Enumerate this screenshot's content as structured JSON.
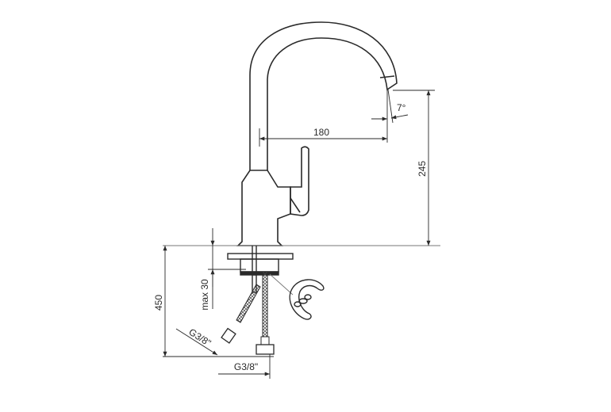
{
  "drawing": {
    "subject": "Single-lever kitchen faucet with swivel spout, technical dimension drawing",
    "dimensions": {
      "spout_reach": "180",
      "spout_height": "245",
      "spout_tilt_angle": "7°",
      "max_countertop_thickness": "max 30",
      "hose_length": "450",
      "hose_connection_left": "G3/8\"",
      "hose_connection_bottom": "G3/8\""
    },
    "colors": {
      "line": "#2a2a2a",
      "background": "#ffffff",
      "dim_line": "#555555"
    }
  }
}
